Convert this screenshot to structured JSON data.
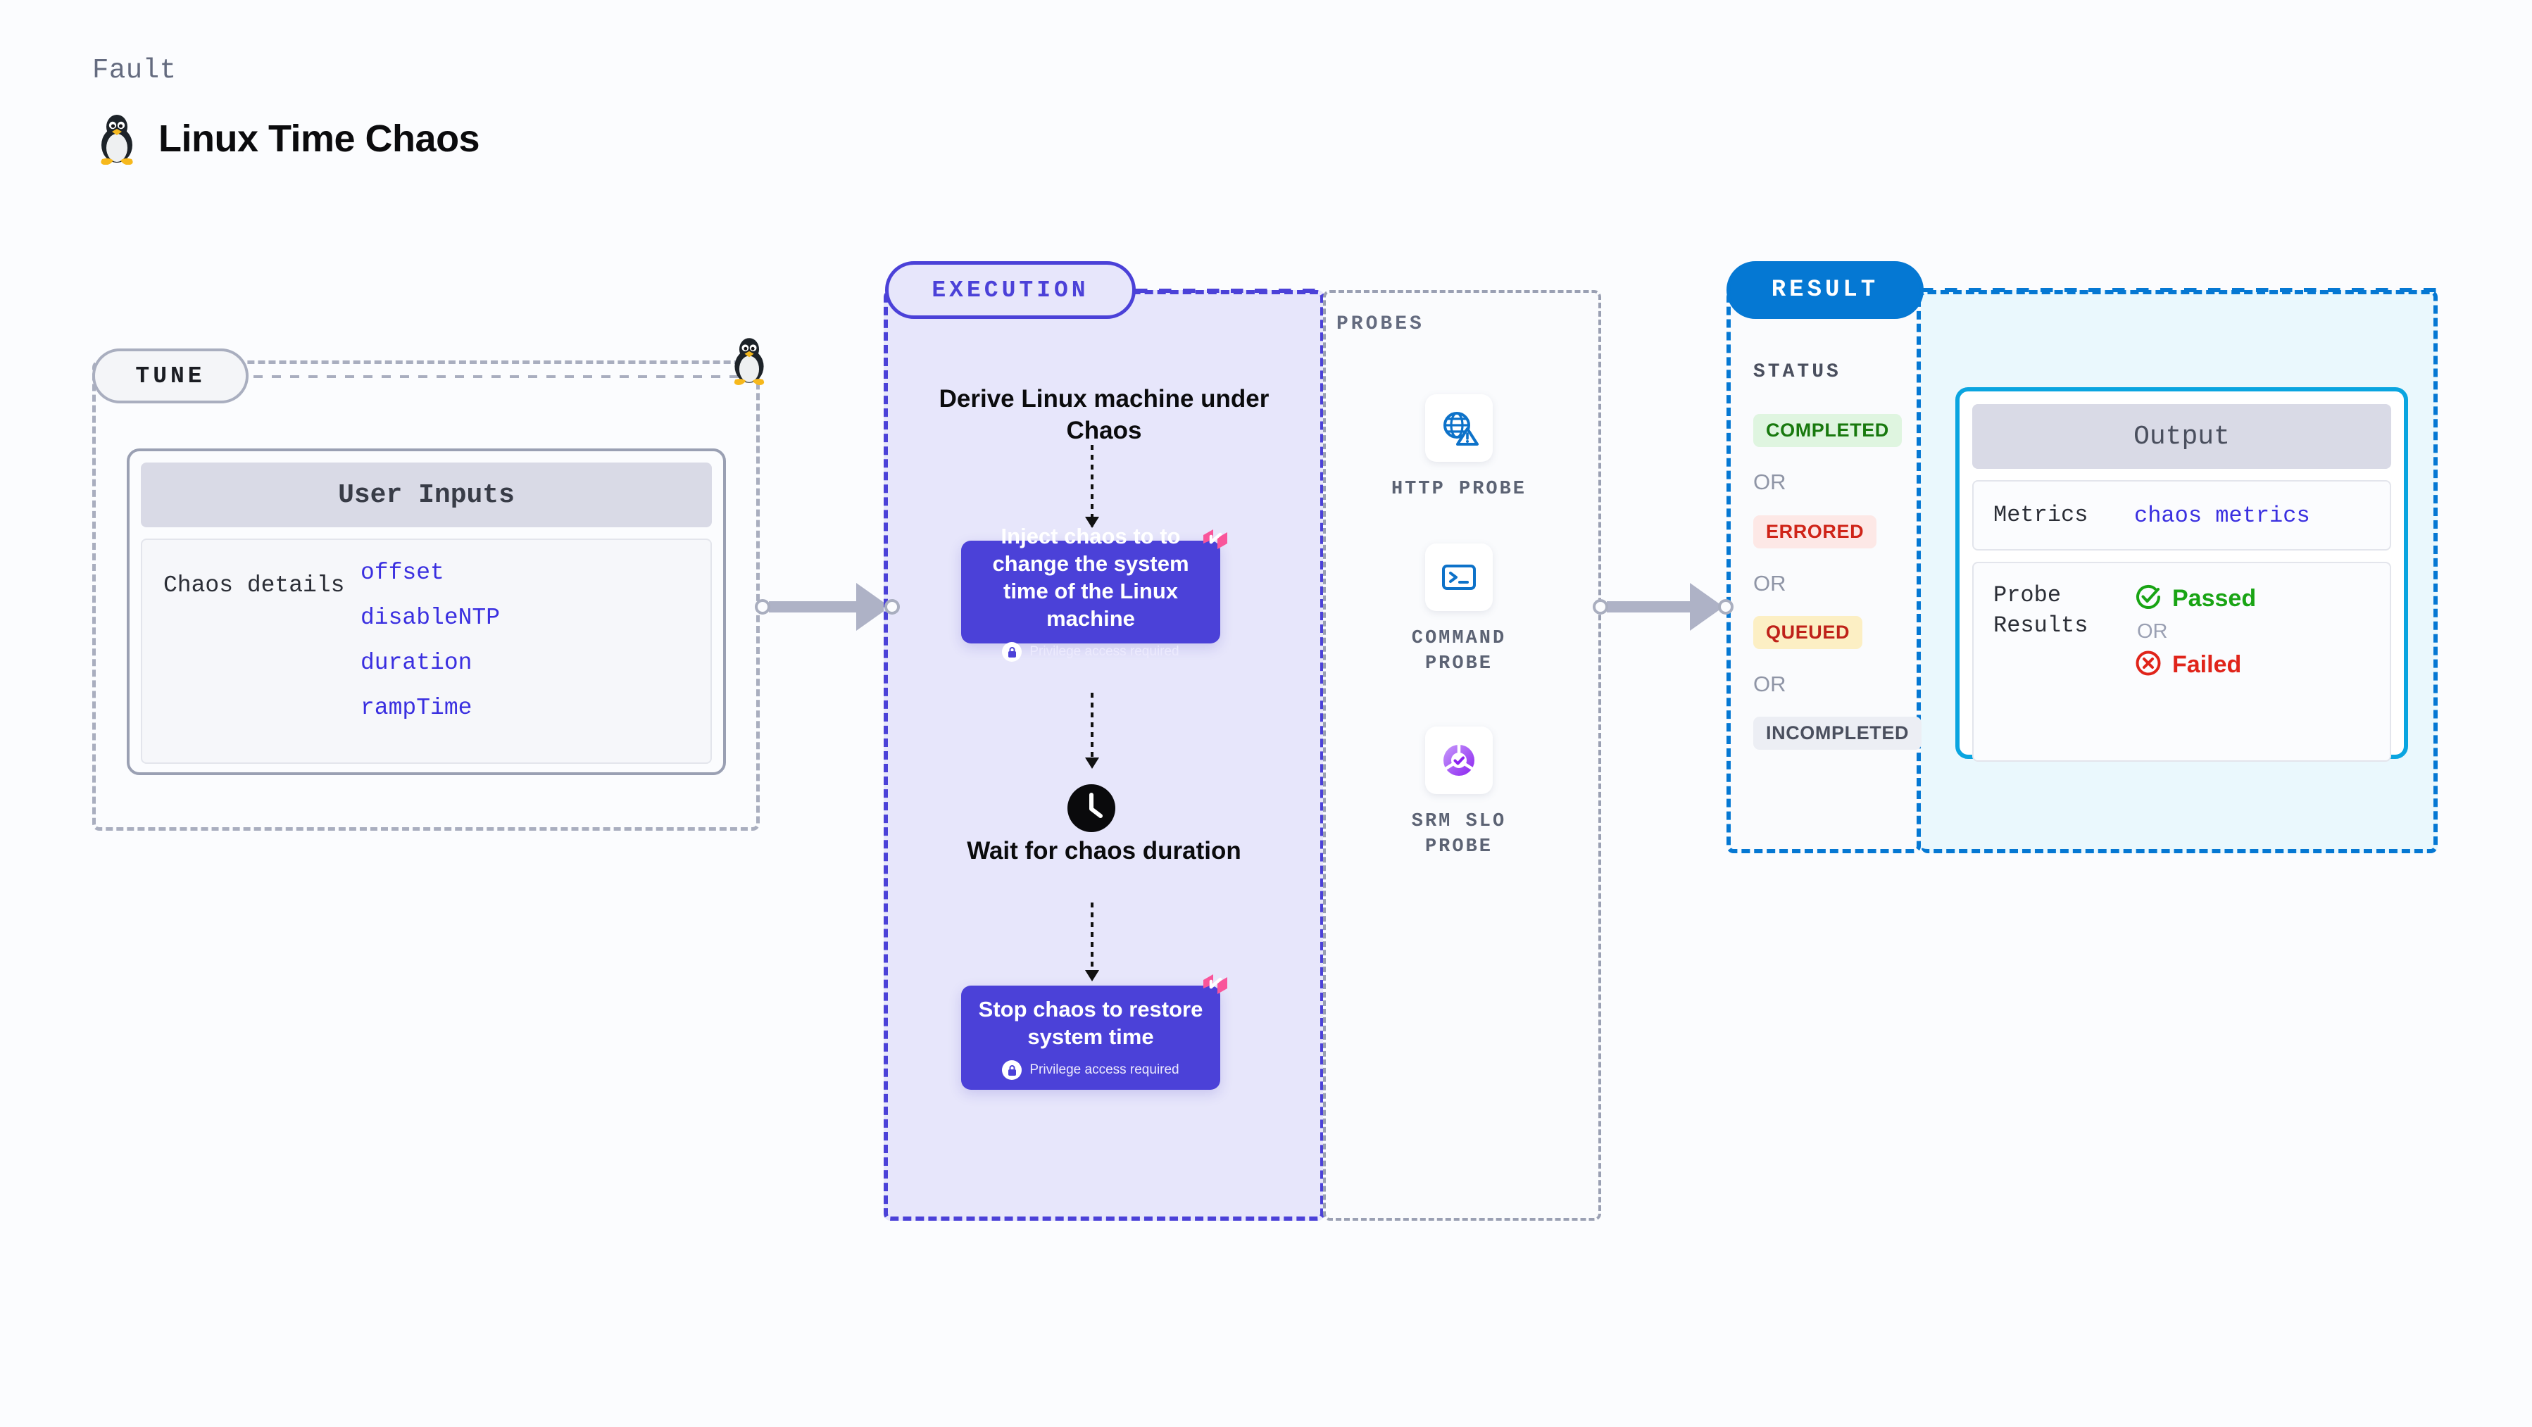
{
  "header": {
    "eyebrow": "Fault",
    "title": "Linux Time Chaos",
    "icon": "linux-penguin-icon"
  },
  "tune": {
    "pill_label": "TUNE",
    "card_header": "User Inputs",
    "row_label": "Chaos details",
    "values": [
      "offset",
      "disableNTP",
      "duration",
      "rampTime"
    ]
  },
  "execution": {
    "pill_label": "EXECUTION",
    "step1_title": "Derive Linux machine under Chaos",
    "step2_card": {
      "text": "Inject chaos to to change the system time of the Linux machine",
      "privilege_note": "Privilege access required",
      "badge": "harness-logo-icon",
      "lock": "lock-icon"
    },
    "step3_title": "Wait for chaos duration",
    "step3_icon": "clock-icon",
    "step4_card": {
      "text": "Stop chaos to restore system time",
      "privilege_note": "Privilege access required",
      "badge": "harness-logo-icon",
      "lock": "lock-icon"
    }
  },
  "probes": {
    "label": "PROBES",
    "items": [
      {
        "name": "HTTP PROBE",
        "icon": "globe-warning-icon"
      },
      {
        "name": "COMMAND PROBE",
        "icon": "terminal-icon"
      },
      {
        "name": "SRM SLO PROBE",
        "icon": "srm-slo-check-icon"
      }
    ]
  },
  "result": {
    "pill_label": "RESULT",
    "status_label": "STATUS",
    "or_label": "OR",
    "statuses": [
      {
        "label": "COMPLETED",
        "bg": "#dff5e0",
        "fg": "#18790e"
      },
      {
        "label": "ERRORED",
        "bg": "#fde8e6",
        "fg": "#cf2418"
      },
      {
        "label": "QUEUED",
        "bg": "#fcefc4",
        "fg": "#bf2119"
      },
      {
        "label": "INCOMPLETED",
        "bg": "#eceef4",
        "fg": "#4a4f5e"
      }
    ]
  },
  "output": {
    "header": "Output",
    "metrics_label": "Metrics",
    "metrics_value": "chaos metrics",
    "probe_results_label": "Probe Results",
    "passed_label": "Passed",
    "or_label": "OR",
    "failed_label": "Failed"
  },
  "colors": {
    "page_bg": "#fbfcfe",
    "execution_accent": "#4b41d8",
    "execution_fill": "#e7e6fb",
    "result_accent": "#0578d3",
    "output_fill": "#eaf8fd",
    "output_border": "#0aa5e0",
    "tune_accent": "#a9aebf",
    "harness_pink": "#f9559a",
    "passed_green": "#19a414",
    "failed_red": "#e0241a",
    "link_indigo": "#3a2fe0"
  }
}
